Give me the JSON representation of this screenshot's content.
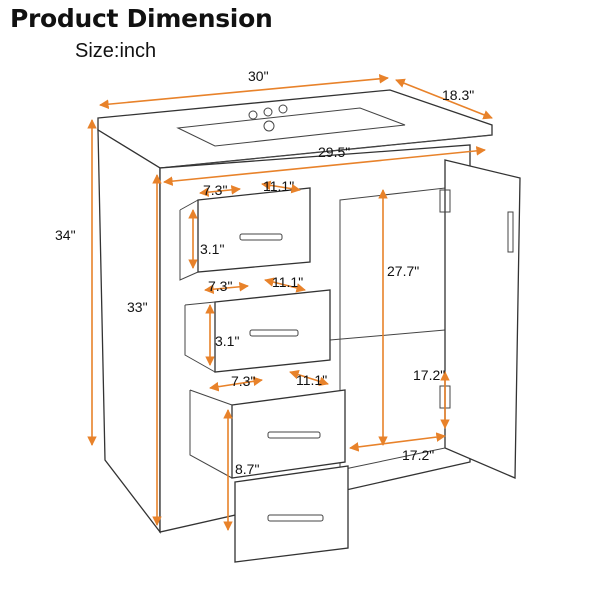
{
  "header": {
    "title": "Product Dimension",
    "subtitle": "Size:inch"
  },
  "dimensions": {
    "width_top": "30\"",
    "depth": "18.3\"",
    "width_inner": "29.5\"",
    "height_total": "34\"",
    "height_cabinet": "33\"",
    "drawer1_w": "7.3\"",
    "drawer1_d": "11.1\"",
    "drawer1_h": "3.1\"",
    "drawer2_w": "7.3\"",
    "drawer2_d": "11.1\"",
    "drawer2_h": "3.1\"",
    "drawer3_w": "7.3\"",
    "drawer3_d": "11.1\"",
    "drawer3_h": "8.7\"",
    "cabinet_inner_h": "27.7\"",
    "cabinet_inner_d": "17.2\"",
    "cabinet_inner_w": "17.2\""
  },
  "colors": {
    "dimension_line": "#e8822a",
    "outline": "#333333"
  }
}
